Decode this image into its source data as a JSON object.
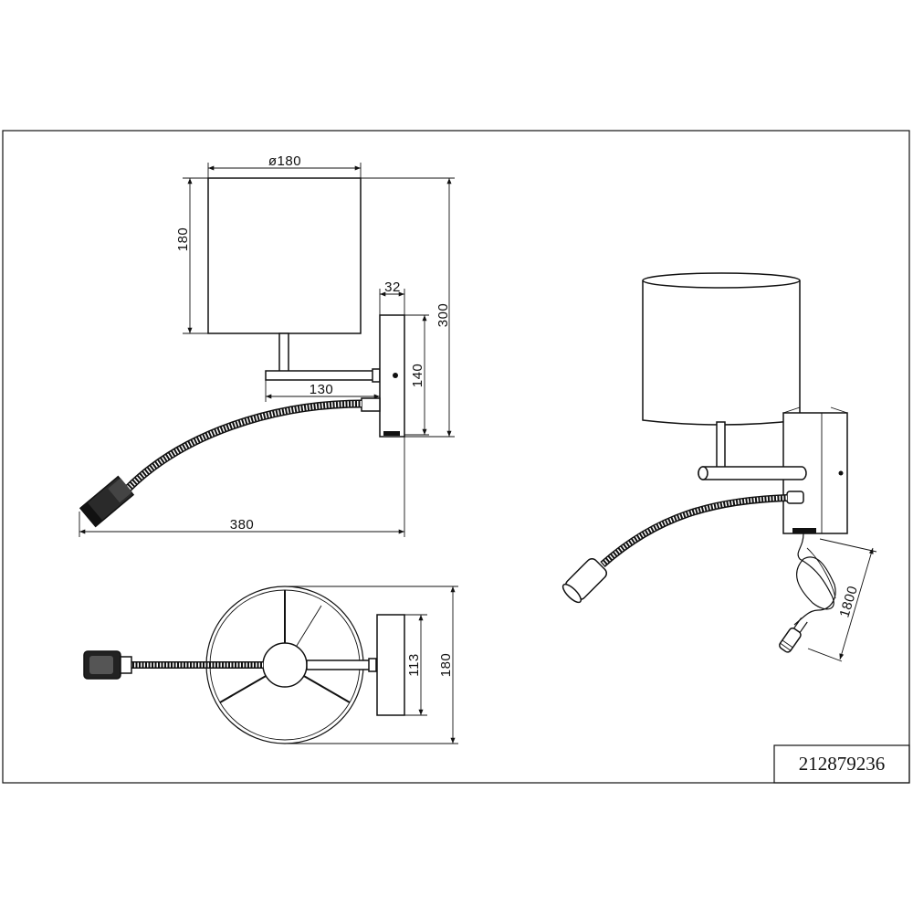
{
  "drawing": {
    "part_number": "212879236",
    "dimensions": {
      "shade_diameter": "ø180",
      "shade_height": "180",
      "backplate_depth": "32",
      "total_height": "300",
      "backplate_height": "140",
      "arm_length": "130",
      "total_length": "380",
      "backplate_width": "113",
      "shade_diameter_top": "180",
      "cable_length": "1800"
    }
  }
}
